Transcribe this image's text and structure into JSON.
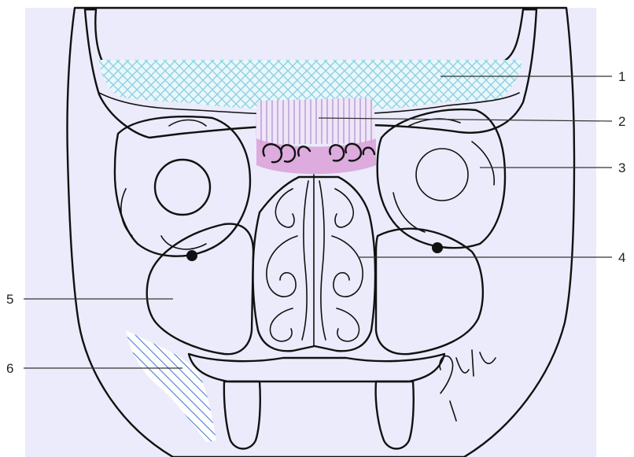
{
  "diagram": {
    "colors": {
      "background_panel": "#ebebfb",
      "bone": "#ffffff",
      "ink": "#111111",
      "region_1": "#a9dde8",
      "region_2": "#cdb6e0",
      "region_2_lower": "#d99bd6",
      "region_3": "#f0b774",
      "region_4": "#e3b19b",
      "region_5": "#c8c2c6",
      "region_6": "#4a7fcf"
    },
    "callouts": [
      {
        "id": "1",
        "label": "1"
      },
      {
        "id": "2",
        "label": "2"
      },
      {
        "id": "3",
        "label": "3"
      },
      {
        "id": "4",
        "label": "4"
      },
      {
        "id": "5",
        "label": "5"
      },
      {
        "id": "6",
        "label": "6"
      }
    ]
  }
}
